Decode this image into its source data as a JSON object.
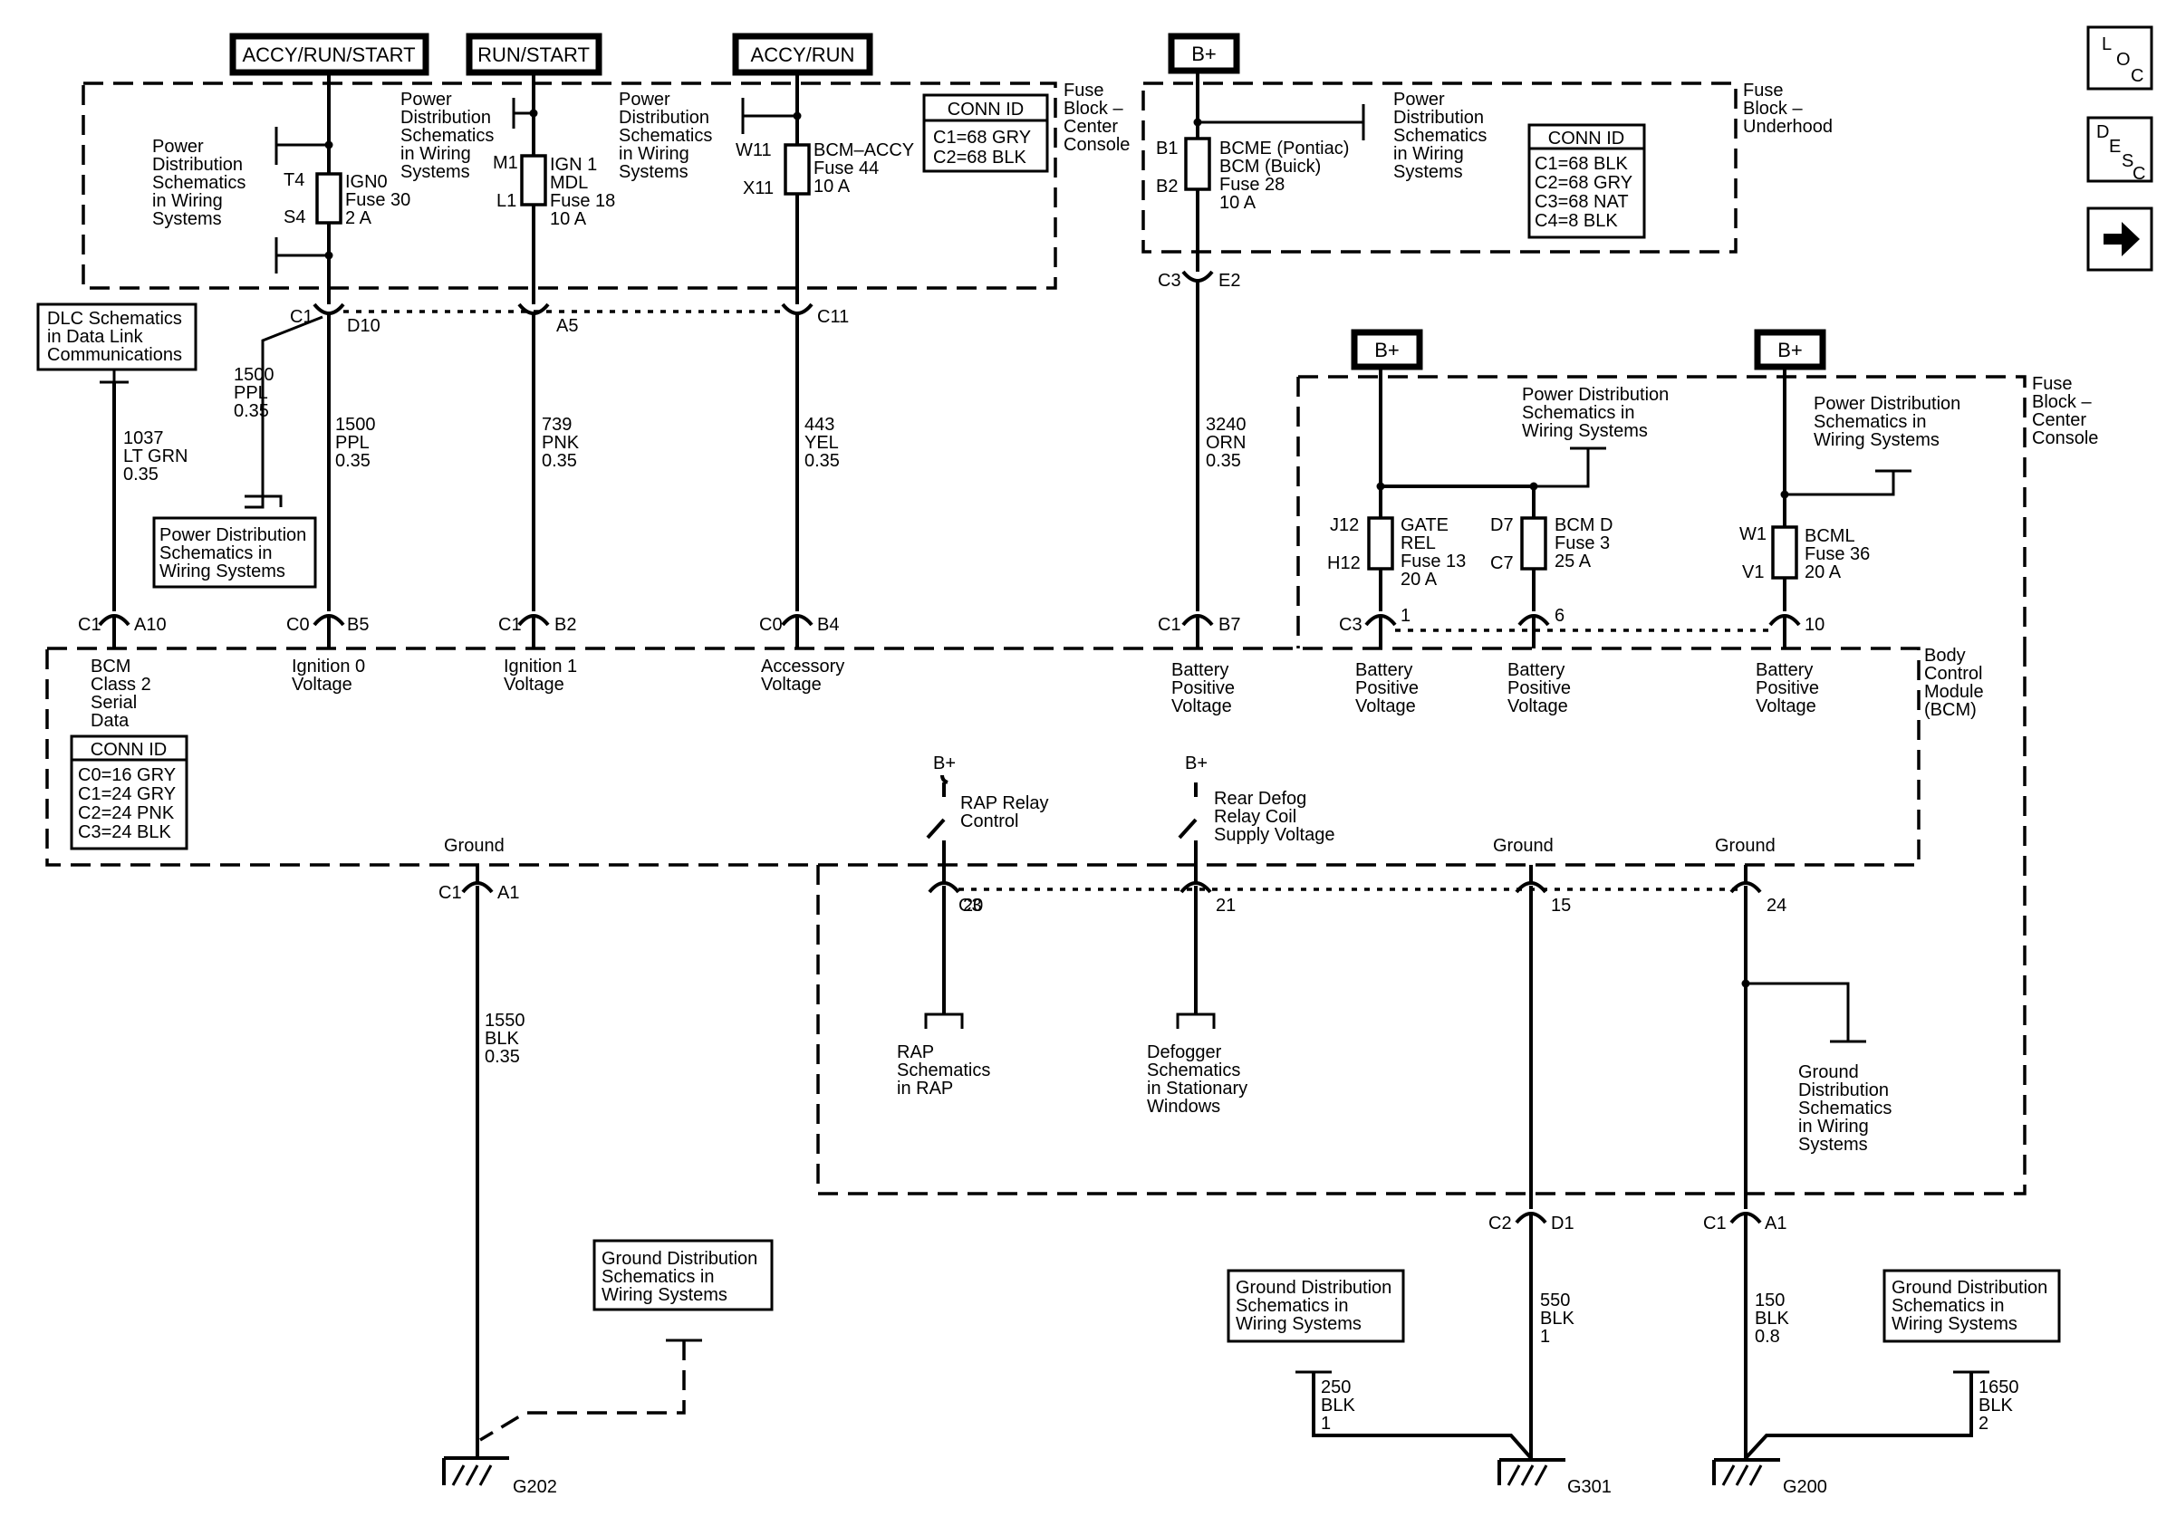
{
  "power_sources": [
    "ACCY/RUN/START",
    "RUN/START",
    "ACCY/RUN",
    "B+",
    "B+",
    "B+"
  ],
  "nav": {
    "loc": [
      "L",
      "O",
      "C"
    ],
    "desc": [
      "D",
      "E",
      "S",
      "C"
    ],
    "next_icon": "arrow-right-icon"
  },
  "blocks": {
    "fuse_cc_top": [
      "Fuse",
      "Block –",
      "Center",
      "Console"
    ],
    "fuse_underhood": [
      "Fuse",
      "Block –",
      "Underhood"
    ],
    "fuse_cc_right": [
      "Fuse",
      "Block –",
      "Center",
      "Console"
    ],
    "bcm": [
      "Body",
      "Control",
      "Module",
      "(BCM)"
    ]
  },
  "conn_ids": {
    "cc": {
      "title": "CONN ID",
      "rows": [
        "C1=68 GRY",
        "C2=68 BLK"
      ]
    },
    "uh": {
      "title": "CONN ID",
      "rows": [
        "C1=68 BLK",
        "C2=68 GRY",
        "C3=68 NAT",
        "C4=8 BLK"
      ]
    },
    "bcm": {
      "title": "CONN ID",
      "rows": [
        "C0=16 GRY",
        "C1=24 GRY",
        "C2=24 PNK",
        "C3=24 BLK"
      ]
    }
  },
  "refs": {
    "pd_ign0": [
      "Power",
      "Distribution",
      "Schematics",
      "in Wiring",
      "Systems"
    ],
    "pd_ign1": [
      "Power",
      "Distribution",
      "Schematics",
      "in Wiring",
      "Systems"
    ],
    "pd_accy": [
      "Power",
      "Distribution",
      "Schematics",
      "in Wiring",
      "Systems"
    ],
    "pd_bcme": [
      "Power",
      "Distribution",
      "Schematics",
      "in Wiring",
      "Systems"
    ],
    "pd_gate": [
      "Power Distribution",
      "Schematics in",
      "Wiring Systems"
    ],
    "pd_bcml": [
      "Power Distribution",
      "Schematics in",
      "Wiring Systems"
    ],
    "dlc": [
      "DLC Schematics",
      "in Data Link",
      "Communications"
    ],
    "pd_box": [
      "Power Distribution",
      "Schematics in",
      "Wiring  Systems"
    ],
    "rap": [
      "RAP",
      "Schematics",
      "in RAP"
    ],
    "defog": [
      "Defogger",
      "Schematics",
      "in Stationary",
      "Windows"
    ],
    "gnd_dist": [
      "Ground",
      "Distribution",
      "Schematics",
      "in Wiring",
      "Systems"
    ],
    "gnd_g202": [
      "Ground Distribution",
      "Schematics in",
      "Wiring Systems"
    ],
    "gnd_g301": [
      "Ground Distribution",
      "Schematics in",
      "Wiring Systems"
    ],
    "gnd_g200": [
      "Ground Distribution",
      "Schematics in",
      "Wiring Systems"
    ]
  },
  "fuses": {
    "ign0": {
      "label": [
        "IGN0",
        "Fuse 30",
        "2 A"
      ],
      "pins": [
        "T4",
        "S4"
      ]
    },
    "ign1": {
      "label": [
        "IGN 1",
        "MDL",
        "Fuse 18",
        "10 A"
      ],
      "pins": [
        "M1",
        "L1"
      ]
    },
    "accy": {
      "label": [
        "BCM–ACCY",
        "Fuse 44",
        "10 A"
      ],
      "pins": [
        "W11",
        "X11"
      ]
    },
    "bcme": {
      "label": [
        "BCME  (Pontiac)",
        "BCM     (Buick)",
        "Fuse 28",
        "10 A"
      ],
      "pins": [
        "B1",
        "B2"
      ]
    },
    "gate": {
      "label": [
        "GATE",
        "REL",
        "Fuse 13",
        "20 A"
      ],
      "pins": [
        "J12",
        "H12"
      ]
    },
    "bcmd": {
      "label": [
        "BCM D",
        "Fuse 3",
        "25 A"
      ],
      "pins": [
        "D7",
        "C7"
      ]
    },
    "bcml": {
      "label": [
        "BCML",
        "Fuse 36",
        "20  A"
      ],
      "pins": [
        "W1",
        "V1"
      ]
    }
  },
  "wires": {
    "w1500a": [
      "1500",
      "PPL",
      "0.35"
    ],
    "w1500b": [
      "1500",
      "PPL",
      "0.35"
    ],
    "w739": [
      "739",
      "PNK",
      "0.35"
    ],
    "w443": [
      "443",
      "YEL",
      "0.35"
    ],
    "w3240": [
      "3240",
      "ORN",
      "0.35"
    ],
    "w1037": [
      "1037",
      "LT GRN",
      "0.35"
    ],
    "w1550": [
      "1550",
      "BLK",
      "0.35"
    ],
    "w550": [
      "550",
      "BLK",
      "1"
    ],
    "w150": [
      "150",
      "BLK",
      "0.8"
    ],
    "w250": [
      "250",
      "BLK",
      "1"
    ],
    "w1650": [
      "1650",
      "BLK",
      "2"
    ]
  },
  "connectors": {
    "c1_d10": [
      "C1",
      "D10"
    ],
    "a5": "A5",
    "c11": "C11",
    "c3_e2": [
      "C3",
      "E2"
    ],
    "c1_a10": [
      "C1",
      "A10"
    ],
    "c0_b5": [
      "C0",
      "B5"
    ],
    "c1_b2": [
      "C1",
      "B2"
    ],
    "c0_b4": [
      "C0",
      "B4"
    ],
    "c1_b7": [
      "C1",
      "B7"
    ],
    "c3_1": [
      "C3",
      "1"
    ],
    "p6": "6",
    "p10": "10",
    "c1_a1": [
      "C1",
      "A1"
    ],
    "c3_20": [
      "C3",
      "20"
    ],
    "p21": "21",
    "p15": "15",
    "p24": "24",
    "c2_d1": [
      "C2",
      "D1"
    ],
    "c1_a1b": [
      "C1",
      "A1"
    ]
  },
  "circuits": {
    "serial": [
      "BCM",
      "Class 2",
      "Serial",
      "Data"
    ],
    "ign0v": [
      "Ignition 0",
      "Voltage"
    ],
    "ign1v": [
      "Ignition 1",
      "Voltage"
    ],
    "accyv": [
      "Accessory",
      "Voltage"
    ],
    "batt1": [
      "Battery",
      "Positive",
      "Voltage"
    ],
    "batt2": [
      "Battery",
      "Positive",
      "Voltage"
    ],
    "batt3": [
      "Battery",
      "Positive",
      "Voltage"
    ],
    "batt4": [
      "Battery",
      "Positive",
      "Voltage"
    ],
    "rap_ctrl": [
      "RAP Relay",
      "Control"
    ],
    "defog_coil": [
      "Rear Defog",
      "Relay Coil",
      "Supply Voltage"
    ],
    "ground": [
      "Ground",
      "Ground",
      "Ground"
    ],
    "bplus_small": [
      "B+",
      "B+"
    ]
  },
  "grounds": [
    "G202",
    "G301",
    "G200"
  ]
}
